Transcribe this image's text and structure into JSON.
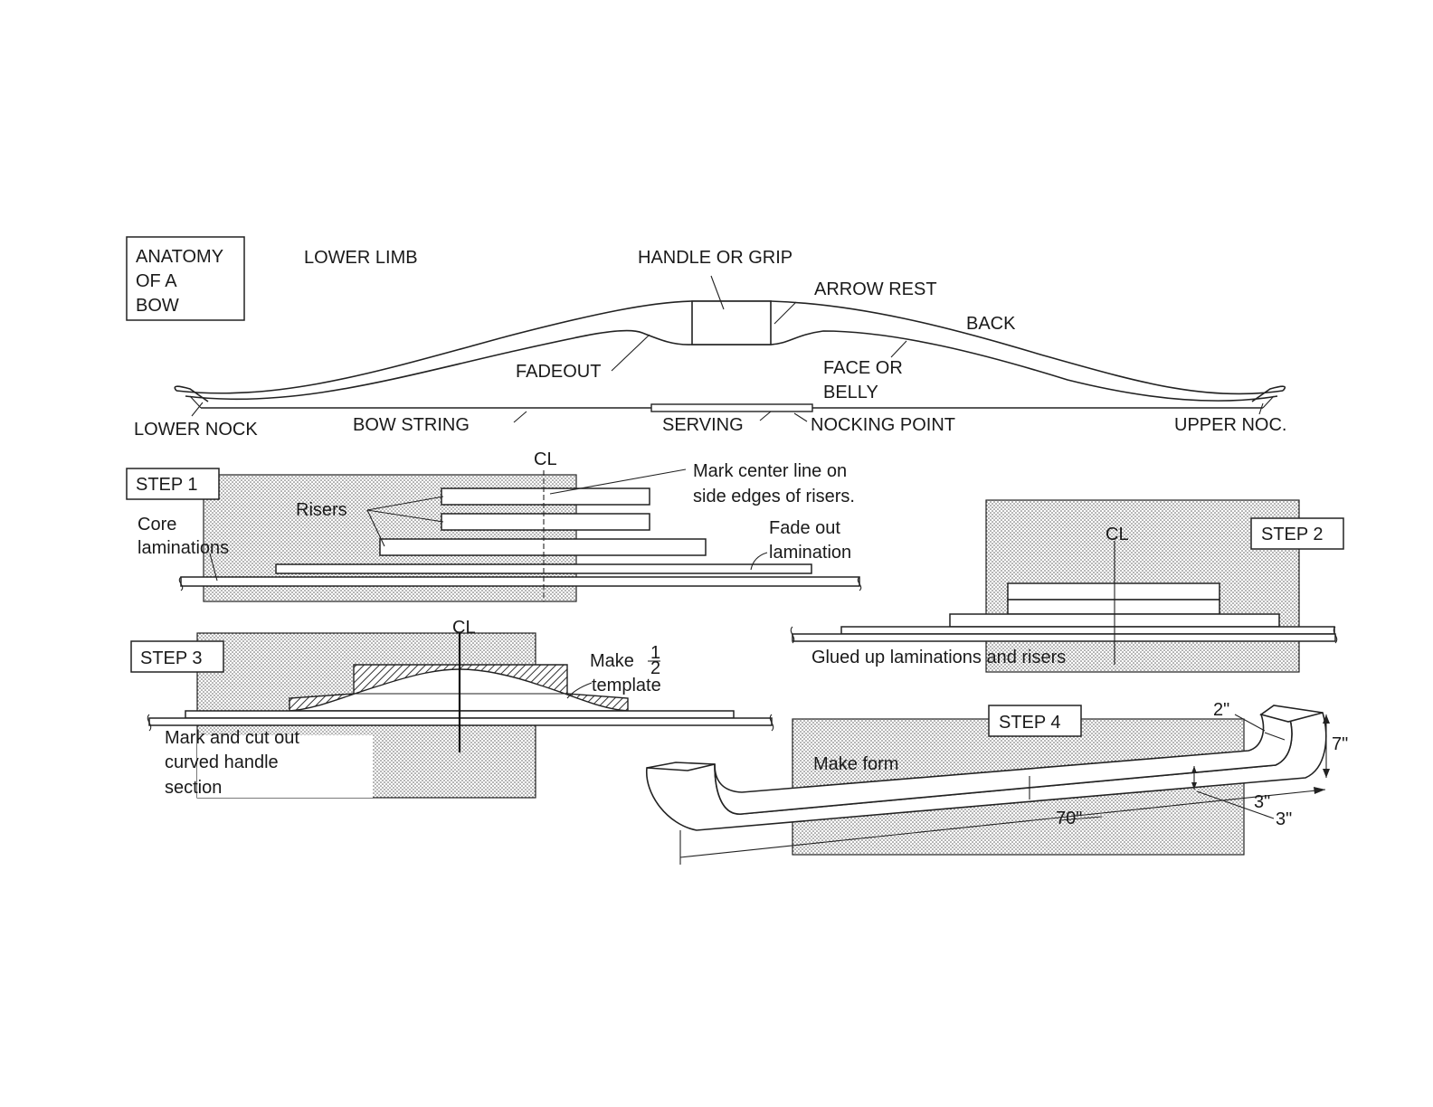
{
  "anatomy": {
    "title_lines": [
      "ANATOMY",
      "OF A",
      "BOW"
    ],
    "lower_limb": "LOWER LIMB",
    "handle": "HANDLE OR GRIP",
    "arrow_rest": "ARROW REST",
    "back": "BACK",
    "fadeout": "FADEOUT",
    "face_lines": [
      "FACE OR",
      "BELLY"
    ],
    "lower_nock": "LOWER NOCK",
    "bow_string": "BOW STRING",
    "serving": "SERVING",
    "nocking_point": "NOCKING POINT",
    "upper_nock": "UPPER NOC."
  },
  "centerline_symbol": "CL",
  "step1": {
    "label": "STEP 1",
    "risers": "Risers",
    "core_lines": [
      "Core",
      "laminations"
    ],
    "mark_lines": [
      "Mark center line on",
      "side edges of risers."
    ],
    "fade_lines": [
      "Fade  out",
      "lamination"
    ]
  },
  "step2": {
    "label": "STEP 2",
    "glued": "Glued  up   laminations   and  risers"
  },
  "step3": {
    "label": "STEP 3",
    "make": "Make",
    "half_num": "1",
    "half_den": "2",
    "template": "template",
    "cut_lines": [
      "Mark   and    cut   out",
      "curved     handle",
      "section"
    ]
  },
  "step4": {
    "label": "STEP 4",
    "make_form": "Make  form",
    "dim_2": "2\"",
    "dim_7": "7\"",
    "dim_3a": "3\"",
    "dim_3b": "3\"",
    "dim_70": "70\""
  }
}
